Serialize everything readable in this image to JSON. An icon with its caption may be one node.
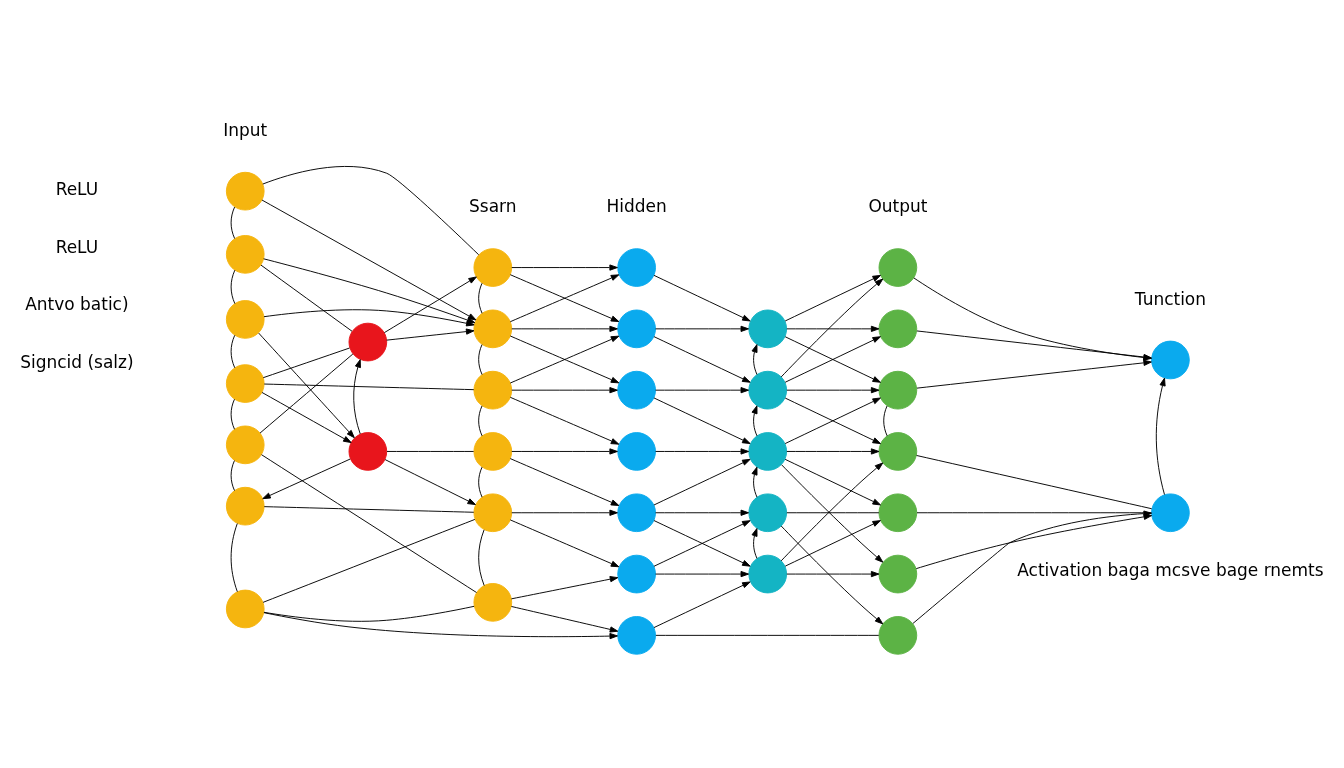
{
  "diagram": {
    "nodes": [
      {
        "text": [],
        "shape": "circle"
      },
      {
        "text": [],
        "shape": "circle"
      },
      {
        "text": [],
        "shape": "circle"
      },
      {
        "text": [],
        "shape": "circle"
      },
      {
        "text": [],
        "shape": "circle"
      },
      {
        "text": [],
        "shape": "circle"
      },
      {
        "text": [],
        "shape": "circle"
      },
      {
        "text": [],
        "shape": "circle"
      },
      {
        "text": [],
        "shape": "circle"
      },
      {
        "text": [],
        "shape": "circle"
      },
      {
        "text": [],
        "shape": "circle"
      },
      {
        "text": [],
        "shape": "circle"
      },
      {
        "text": [],
        "shape": "circle"
      },
      {
        "text": [],
        "shape": "circle"
      },
      {
        "text": [],
        "shape": "circle"
      },
      {
        "text": [],
        "shape": "circle"
      },
      {
        "text": [],
        "shape": "circle"
      },
      {
        "text": [],
        "shape": "circle"
      },
      {
        "text": [],
        "shape": "circle"
      },
      {
        "text": [],
        "shape": "circle"
      },
      {
        "text": [],
        "shape": "circle"
      },
      {
        "text": [],
        "shape": "circle"
      },
      {
        "text": [],
        "shape": "circle"
      },
      {
        "text": [],
        "shape": "circle"
      },
      {
        "text": [],
        "shape": "circle"
      },
      {
        "text": [],
        "shape": "circle"
      },
      {
        "text": [],
        "shape": "circle"
      },
      {
        "text": [],
        "shape": "circle"
      },
      {
        "text": [],
        "shape": "circle"
      },
      {
        "text": [],
        "shape": "circle"
      },
      {
        "text": [],
        "shape": "circle"
      },
      {
        "text": [],
        "shape": "circle"
      },
      {
        "text": [],
        "shape": "circle"
      },
      {
        "text": [],
        "shape": "circle"
      },
      {
        "text": [],
        "shape": "circle"
      },
      {
        "text": [],
        "shape": "circle"
      }
    ],
    "edges": [
      {
        "from": 0,
        "to": 1,
        "arrow": "none"
      },
      {
        "from": 1,
        "to": 2,
        "arrow": "none"
      },
      {
        "from": 2,
        "to": 3,
        "arrow": "none"
      },
      {
        "from": 3,
        "to": 4,
        "arrow": "none"
      },
      {
        "from": 4,
        "to": 5,
        "arrow": "none"
      },
      {
        "from": 5,
        "to": 6,
        "arrow": "none"
      },
      {
        "from": 9,
        "to": 10,
        "arrow": "none"
      },
      {
        "from": 10,
        "to": 11,
        "arrow": "none"
      },
      {
        "from": 11,
        "to": 12,
        "arrow": "none"
      },
      {
        "from": 12,
        "to": 13,
        "arrow": "none"
      },
      {
        "from": 13,
        "to": 14,
        "arrow": "none"
      },
      {
        "from": 8,
        "to": 7,
        "arrow": "to"
      },
      {
        "from": 0,
        "to": 9,
        "arrow": "none"
      },
      {
        "from": 0,
        "to": 10,
        "arrow": "to"
      },
      {
        "from": 1,
        "to": 10,
        "arrow": "to"
      },
      {
        "from": 1,
        "to": 7,
        "arrow": "none"
      },
      {
        "from": 2,
        "to": 10,
        "arrow": "to"
      },
      {
        "from": 2,
        "to": 8,
        "arrow": "to"
      },
      {
        "from": 3,
        "to": 8,
        "arrow": "to"
      },
      {
        "from": 3,
        "to": 7,
        "arrow": "none"
      },
      {
        "from": 3,
        "to": 11,
        "arrow": "none"
      },
      {
        "from": 4,
        "to": 7,
        "arrow": "none"
      },
      {
        "from": 4,
        "to": 14,
        "arrow": "none"
      },
      {
        "from": 7,
        "to": 9,
        "arrow": "to"
      },
      {
        "from": 7,
        "to": 10,
        "arrow": "to"
      },
      {
        "from": 8,
        "to": 12,
        "arrow": "none"
      },
      {
        "from": 8,
        "to": 13,
        "arrow": "to"
      },
      {
        "from": 8,
        "to": 5,
        "arrow": "to"
      },
      {
        "from": 5,
        "to": 13,
        "arrow": "none"
      },
      {
        "from": 6,
        "to": 13,
        "arrow": "none"
      },
      {
        "from": 6,
        "to": 14,
        "arrow": "none"
      },
      {
        "from": 6,
        "to": 21,
        "arrow": "to"
      },
      {
        "from": 9,
        "to": 15,
        "arrow": "to"
      },
      {
        "from": 9,
        "to": 16,
        "arrow": "to"
      },
      {
        "from": 10,
        "to": 15,
        "arrow": "to"
      },
      {
        "from": 10,
        "to": 16,
        "arrow": "to"
      },
      {
        "from": 10,
        "to": 17,
        "arrow": "to"
      },
      {
        "from": 11,
        "to": 16,
        "arrow": "to"
      },
      {
        "from": 11,
        "to": 17,
        "arrow": "to"
      },
      {
        "from": 11,
        "to": 18,
        "arrow": "to"
      },
      {
        "from": 12,
        "to": 18,
        "arrow": "to"
      },
      {
        "from": 12,
        "to": 19,
        "arrow": "to"
      },
      {
        "from": 13,
        "to": 19,
        "arrow": "to"
      },
      {
        "from": 13,
        "to": 20,
        "arrow": "to"
      },
      {
        "from": 14,
        "to": 20,
        "arrow": "to"
      },
      {
        "from": 14,
        "to": 21,
        "arrow": "to"
      },
      {
        "from": 15,
        "to": 22,
        "arrow": "to"
      },
      {
        "from": 16,
        "to": 22,
        "arrow": "to"
      },
      {
        "from": 16,
        "to": 23,
        "arrow": "to"
      },
      {
        "from": 17,
        "to": 23,
        "arrow": "to"
      },
      {
        "from": 17,
        "to": 24,
        "arrow": "to"
      },
      {
        "from": 18,
        "to": 24,
        "arrow": "to"
      },
      {
        "from": 19,
        "to": 24,
        "arrow": "to"
      },
      {
        "from": 19,
        "to": 25,
        "arrow": "to"
      },
      {
        "from": 19,
        "to": 26,
        "arrow": "to"
      },
      {
        "from": 20,
        "to": 25,
        "arrow": "to"
      },
      {
        "from": 20,
        "to": 26,
        "arrow": "to"
      },
      {
        "from": 21,
        "to": 26,
        "arrow": "to"
      },
      {
        "from": 21,
        "to": 33,
        "arrow": "none"
      },
      {
        "from": 23,
        "to": 22,
        "arrow": "to"
      },
      {
        "from": 24,
        "to": 23,
        "arrow": "to"
      },
      {
        "from": 25,
        "to": 24,
        "arrow": "to"
      },
      {
        "from": 26,
        "to": 25,
        "arrow": "to"
      },
      {
        "from": 22,
        "to": 27,
        "arrow": "to"
      },
      {
        "from": 22,
        "to": 28,
        "arrow": "to"
      },
      {
        "from": 22,
        "to": 29,
        "arrow": "to"
      },
      {
        "from": 23,
        "to": 27,
        "arrow": "to"
      },
      {
        "from": 23,
        "to": 28,
        "arrow": "to"
      },
      {
        "from": 23,
        "to": 29,
        "arrow": "to"
      },
      {
        "from": 23,
        "to": 30,
        "arrow": "to"
      },
      {
        "from": 24,
        "to": 29,
        "arrow": "to"
      },
      {
        "from": 24,
        "to": 30,
        "arrow": "to"
      },
      {
        "from": 24,
        "to": 31,
        "arrow": "to"
      },
      {
        "from": 24,
        "to": 32,
        "arrow": "to"
      },
      {
        "from": 25,
        "to": 31,
        "arrow": "none"
      },
      {
        "from": 25,
        "to": 33,
        "arrow": "to"
      },
      {
        "from": 26,
        "to": 30,
        "arrow": "to"
      },
      {
        "from": 26,
        "to": 31,
        "arrow": "to"
      },
      {
        "from": 26,
        "to": 32,
        "arrow": "to"
      },
      {
        "from": 29,
        "to": 30,
        "arrow": "none"
      },
      {
        "from": 27,
        "to": 34,
        "arrow": "to"
      },
      {
        "from": 28,
        "to": 34,
        "arrow": "to"
      },
      {
        "from": 29,
        "to": 34,
        "arrow": "to"
      },
      {
        "from": 30,
        "to": 35,
        "arrow": "none"
      },
      {
        "from": 31,
        "to": 35,
        "arrow": "none"
      },
      {
        "from": 32,
        "to": 35,
        "arrow": "to"
      },
      {
        "from": 33,
        "to": 35,
        "arrow": "to"
      },
      {
        "from": 35,
        "to": 34,
        "arrow": "to"
      }
    ],
    "labels": [
      "Input",
      "Ssarn",
      "Hidden",
      "Output",
      "Tunction",
      "ReLU",
      "ReLU",
      "Antvo batic)",
      "Signcid (salz)",
      "Activation baga mcsve bage rnemts"
    ]
  }
}
